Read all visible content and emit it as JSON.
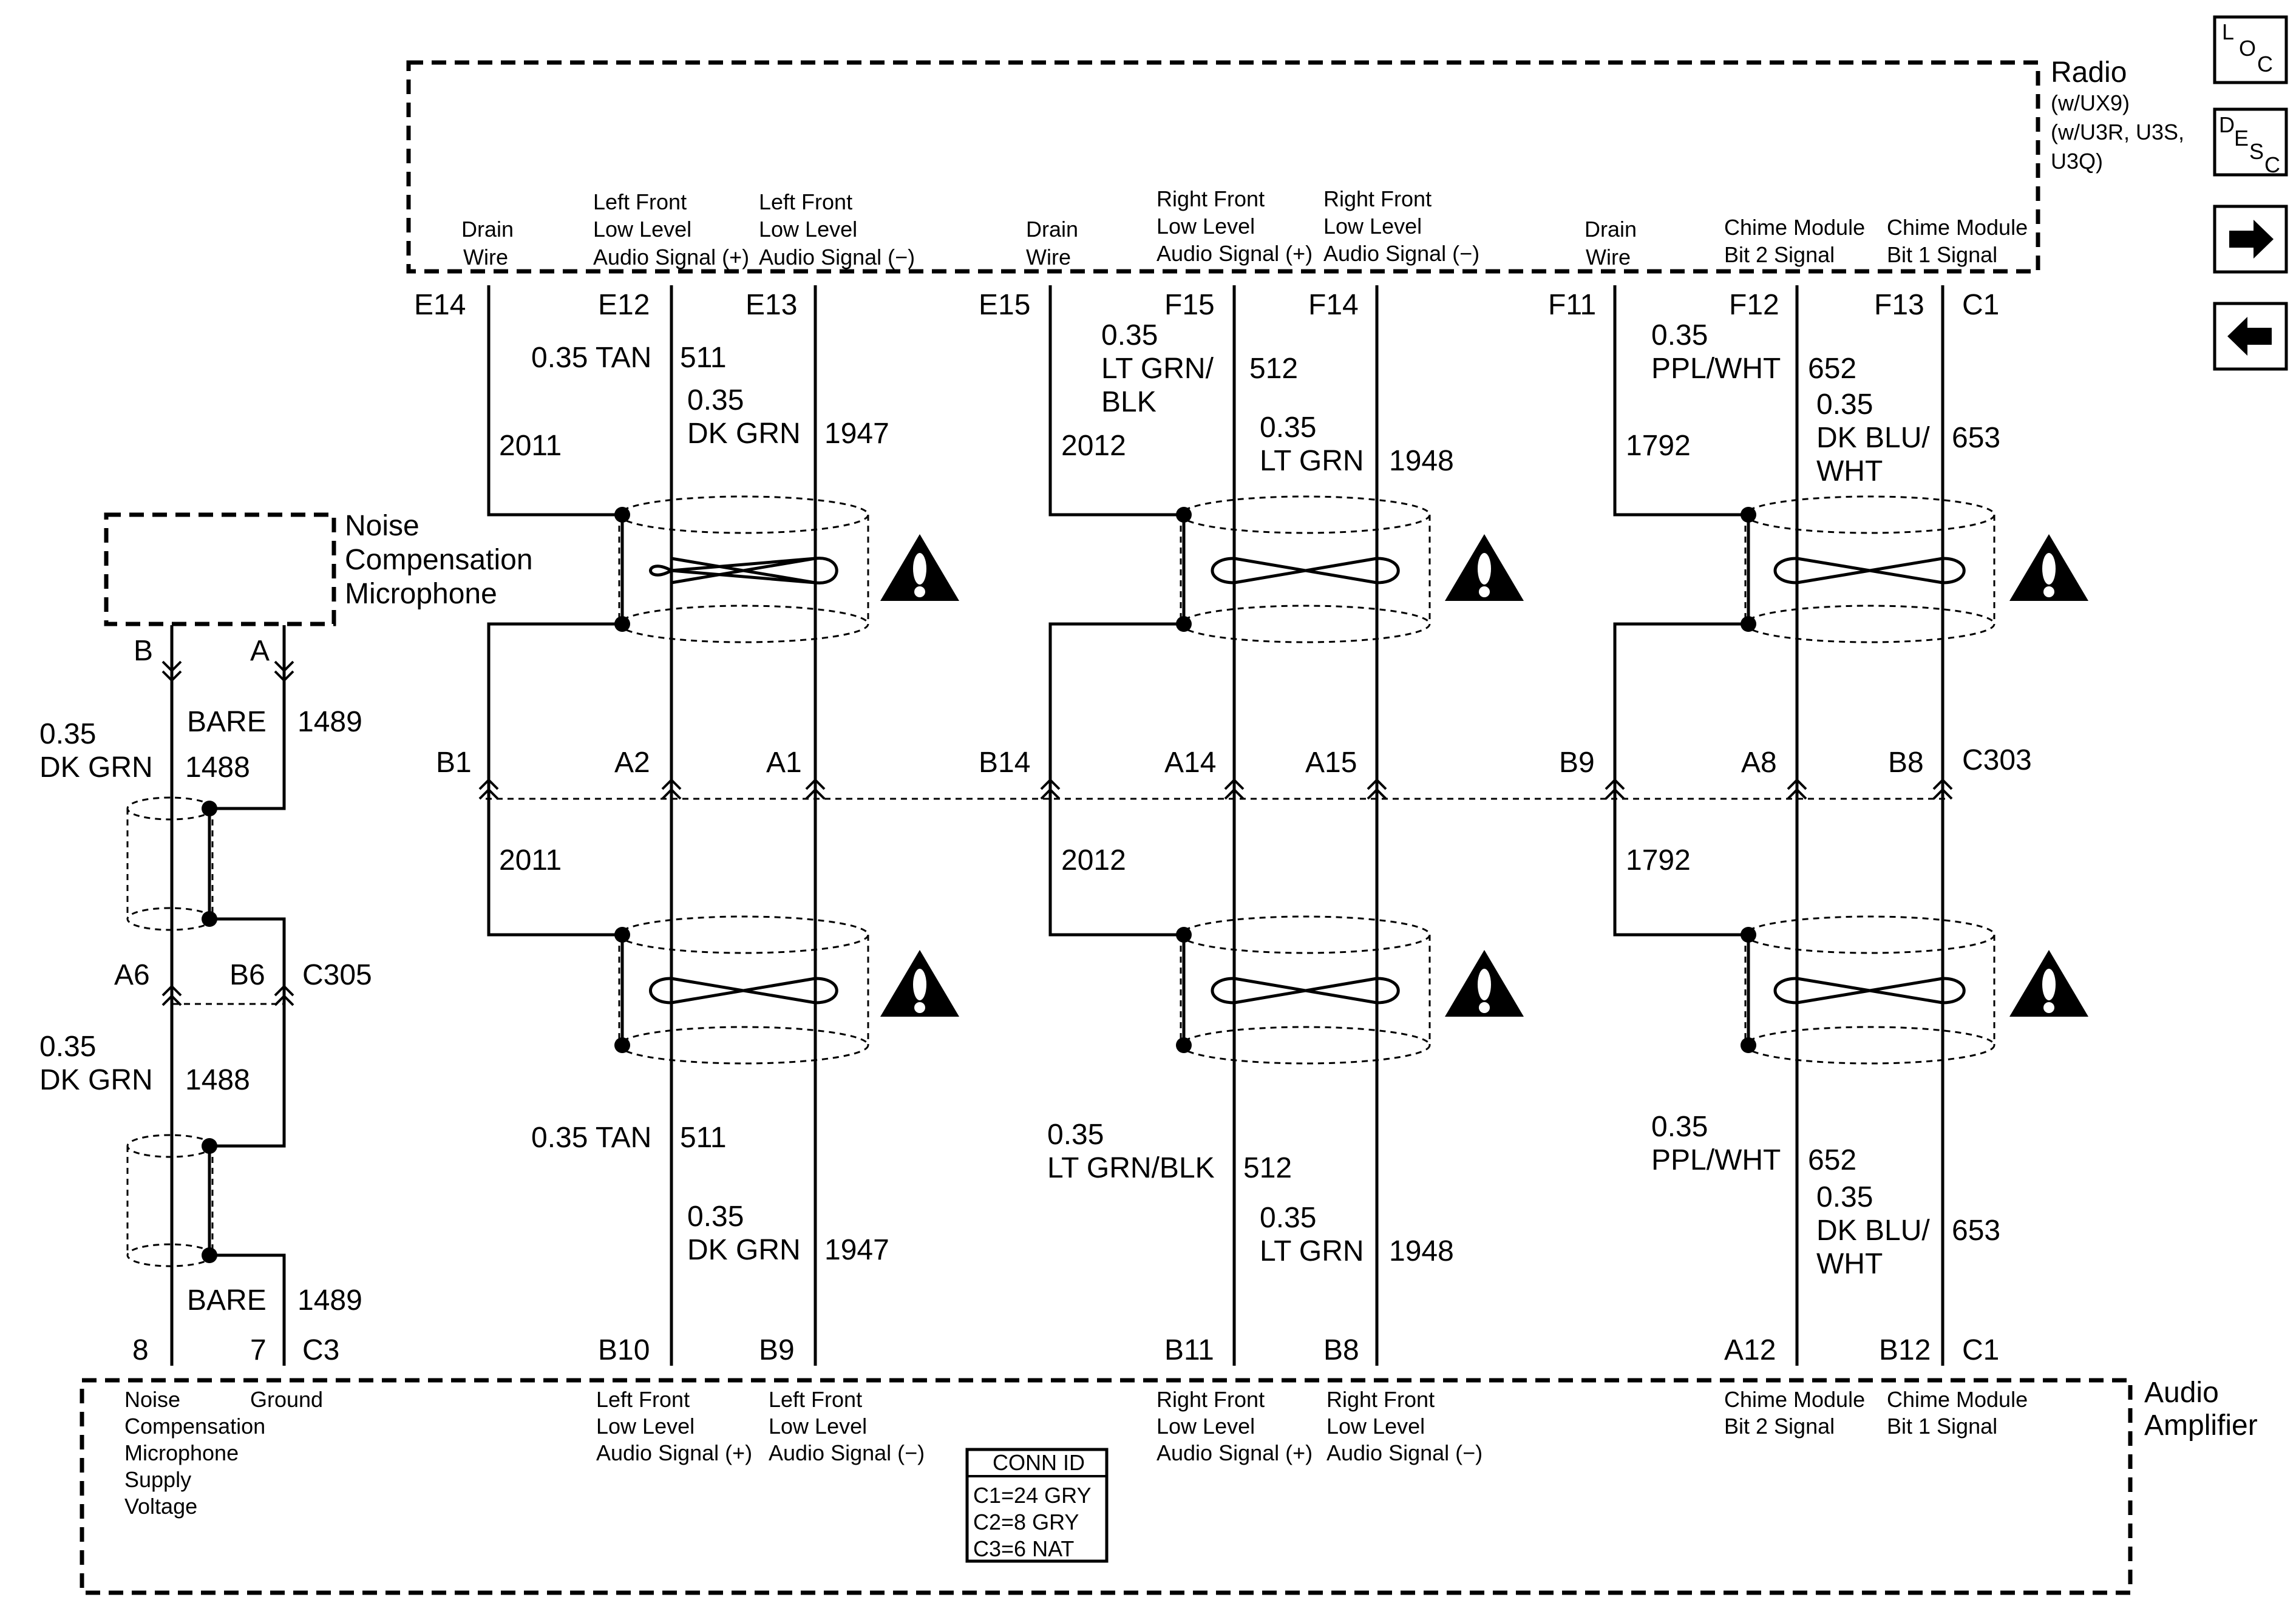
{
  "radio": {
    "title": "Radio",
    "options": [
      "(w/UX9)",
      "(w/U3R, U3S,",
      "U3Q)"
    ],
    "terminals": [
      {
        "pin": "E14",
        "func": [
          "Drain",
          "Wire"
        ]
      },
      {
        "pin": "E12",
        "func": [
          "Left Front",
          "Low Level",
          "Audio Signal (+)"
        ]
      },
      {
        "pin": "E13",
        "func": [
          "Left Front",
          "Low Level",
          "Audio Signal (−)"
        ]
      },
      {
        "pin": "E15",
        "func": [
          "Drain",
          "Wire"
        ]
      },
      {
        "pin": "F15",
        "func": [
          "Right Front",
          "Low Level",
          "Audio Signal (+)"
        ]
      },
      {
        "pin": "F14",
        "func": [
          "Right Front",
          "Low Level",
          "Audio Signal (−)"
        ]
      },
      {
        "pin": "F11",
        "func": [
          "Drain",
          "Wire"
        ]
      },
      {
        "pin": "F12",
        "func": [
          "Chime Module",
          "Bit 2 Signal"
        ]
      },
      {
        "pin": "F13",
        "func": [
          "Chime Module",
          "Bit 1 Signal"
        ]
      }
    ],
    "connector": "C1"
  },
  "amplifier": {
    "title": [
      "Audio",
      "Amplifier"
    ],
    "terminals": [
      {
        "pin": "8",
        "func": [
          "Noise",
          "Compensation",
          "Microphone",
          "Supply",
          "Voltage"
        ]
      },
      {
        "pin": "7",
        "func": [
          "Ground"
        ]
      },
      {
        "pin": "B10",
        "func": [
          "Left Front",
          "Low Level",
          "Audio Signal (+)"
        ]
      },
      {
        "pin": "B9",
        "func": [
          "Left Front",
          "Low Level",
          "Audio Signal (−)"
        ]
      },
      {
        "pin": "B11",
        "func": [
          "Right Front",
          "Low Level",
          "Audio Signal (+)"
        ]
      },
      {
        "pin": "B8",
        "func": [
          "Right Front",
          "Low Level",
          "Audio Signal (−)"
        ]
      },
      {
        "pin": "A12",
        "func": [
          "Chime Module",
          "Bit 2 Signal"
        ]
      },
      {
        "pin": "B12",
        "func": [
          "Chime Module",
          "Bit 1 Signal"
        ]
      }
    ],
    "connector_c3": "C3",
    "connector_c1": "C1",
    "conn_id": {
      "title": "CONN ID",
      "rows": [
        "C1=24 GRY",
        "C2=8 GRY",
        "C3=6 NAT"
      ]
    }
  },
  "microphone": {
    "title": [
      "Noise",
      "Compensation",
      "Microphone"
    ],
    "pins": [
      "B",
      "A"
    ]
  },
  "inline_c303": {
    "name": "C303",
    "pins": [
      "B1",
      "A2",
      "A1",
      "B14",
      "A14",
      "A15",
      "B9",
      "A8",
      "B8"
    ]
  },
  "inline_c305": {
    "name": "C305",
    "pins": [
      "A6",
      "B6"
    ]
  },
  "wires_upper": [
    {
      "text": "2011"
    },
    {
      "text": "0.35 TAN"
    },
    {
      "text": "511"
    },
    {
      "text": "0.35"
    },
    {
      "text": "DK GRN"
    },
    {
      "text": "1947"
    },
    {
      "text": "2012"
    },
    {
      "text": "0.35"
    },
    {
      "text": "LT GRN/"
    },
    {
      "text": "BLK"
    },
    {
      "text": "512"
    },
    {
      "text": "0.35"
    },
    {
      "text": "LT GRN"
    },
    {
      "text": "1948"
    },
    {
      "text": "1792"
    },
    {
      "text": "0.35"
    },
    {
      "text": "PPL/WHT"
    },
    {
      "text": "652"
    },
    {
      "text": "0.35"
    },
    {
      "text": "DK BLU/"
    },
    {
      "text": "WHT"
    },
    {
      "text": "653"
    }
  ],
  "wires_lower": [
    {
      "text": "2011"
    },
    {
      "text": "0.35 TAN"
    },
    {
      "text": "511"
    },
    {
      "text": "0.35"
    },
    {
      "text": "DK GRN"
    },
    {
      "text": "1947"
    },
    {
      "text": "2012"
    },
    {
      "text": "0.35"
    },
    {
      "text": "LT GRN/BLK"
    },
    {
      "text": "512"
    },
    {
      "text": "0.35"
    },
    {
      "text": "LT GRN"
    },
    {
      "text": "1948"
    },
    {
      "text": "1792"
    },
    {
      "text": "0.35"
    },
    {
      "text": "PPL/WHT"
    },
    {
      "text": "652"
    },
    {
      "text": "0.35"
    },
    {
      "text": "DK BLU/"
    },
    {
      "text": "WHT"
    },
    {
      "text": "653"
    }
  ],
  "mic_wires": [
    {
      "text": "0.35"
    },
    {
      "text": "DK GRN"
    },
    {
      "text": "1488"
    },
    {
      "text": "BARE"
    },
    {
      "text": "1489"
    },
    {
      "text": "0.35"
    },
    {
      "text": "DK GRN"
    },
    {
      "text": "1488"
    },
    {
      "text": "BARE"
    },
    {
      "text": "1489"
    }
  ],
  "nav": {
    "loc": [
      "L",
      "O",
      "C"
    ],
    "desc": [
      "D",
      "E",
      "S",
      "C"
    ],
    "next_icon": "right-arrow-icon",
    "prev_icon": "left-arrow-icon"
  }
}
